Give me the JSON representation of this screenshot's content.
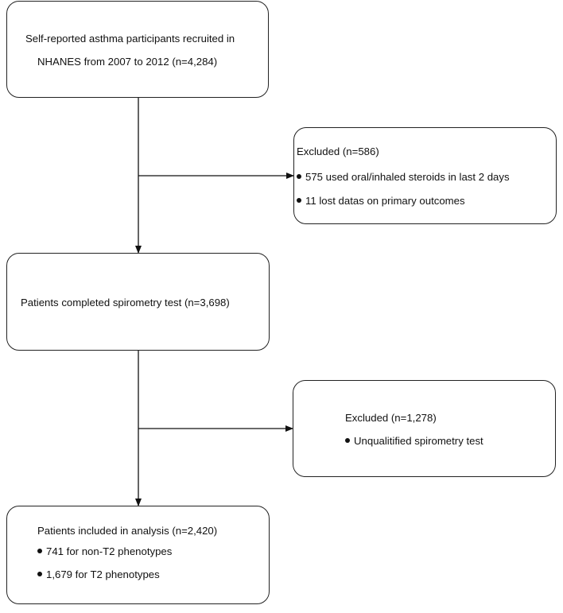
{
  "flowchart": {
    "recruited": {
      "line1": "Self-reported asthma participants recruited in",
      "line2": "NHANES from 2007 to 2012 (n=4,284)"
    },
    "excluded1": {
      "title": "Excluded (n=586)",
      "items": [
        "575 used oral/inhaled steroids in last 2 days",
        "11 lost datas on primary outcomes"
      ]
    },
    "spirometry": {
      "text": "Patients completed spirometry test (n=3,698)"
    },
    "excluded2": {
      "title": "Excluded (n=1,278)",
      "items": [
        "Unqualitified spirometry test"
      ]
    },
    "included": {
      "title": "Patients included in analysis (n=2,420)",
      "items": [
        "741 for non-T2 phenotypes",
        "1,679 for T2 phenotypes"
      ]
    }
  }
}
